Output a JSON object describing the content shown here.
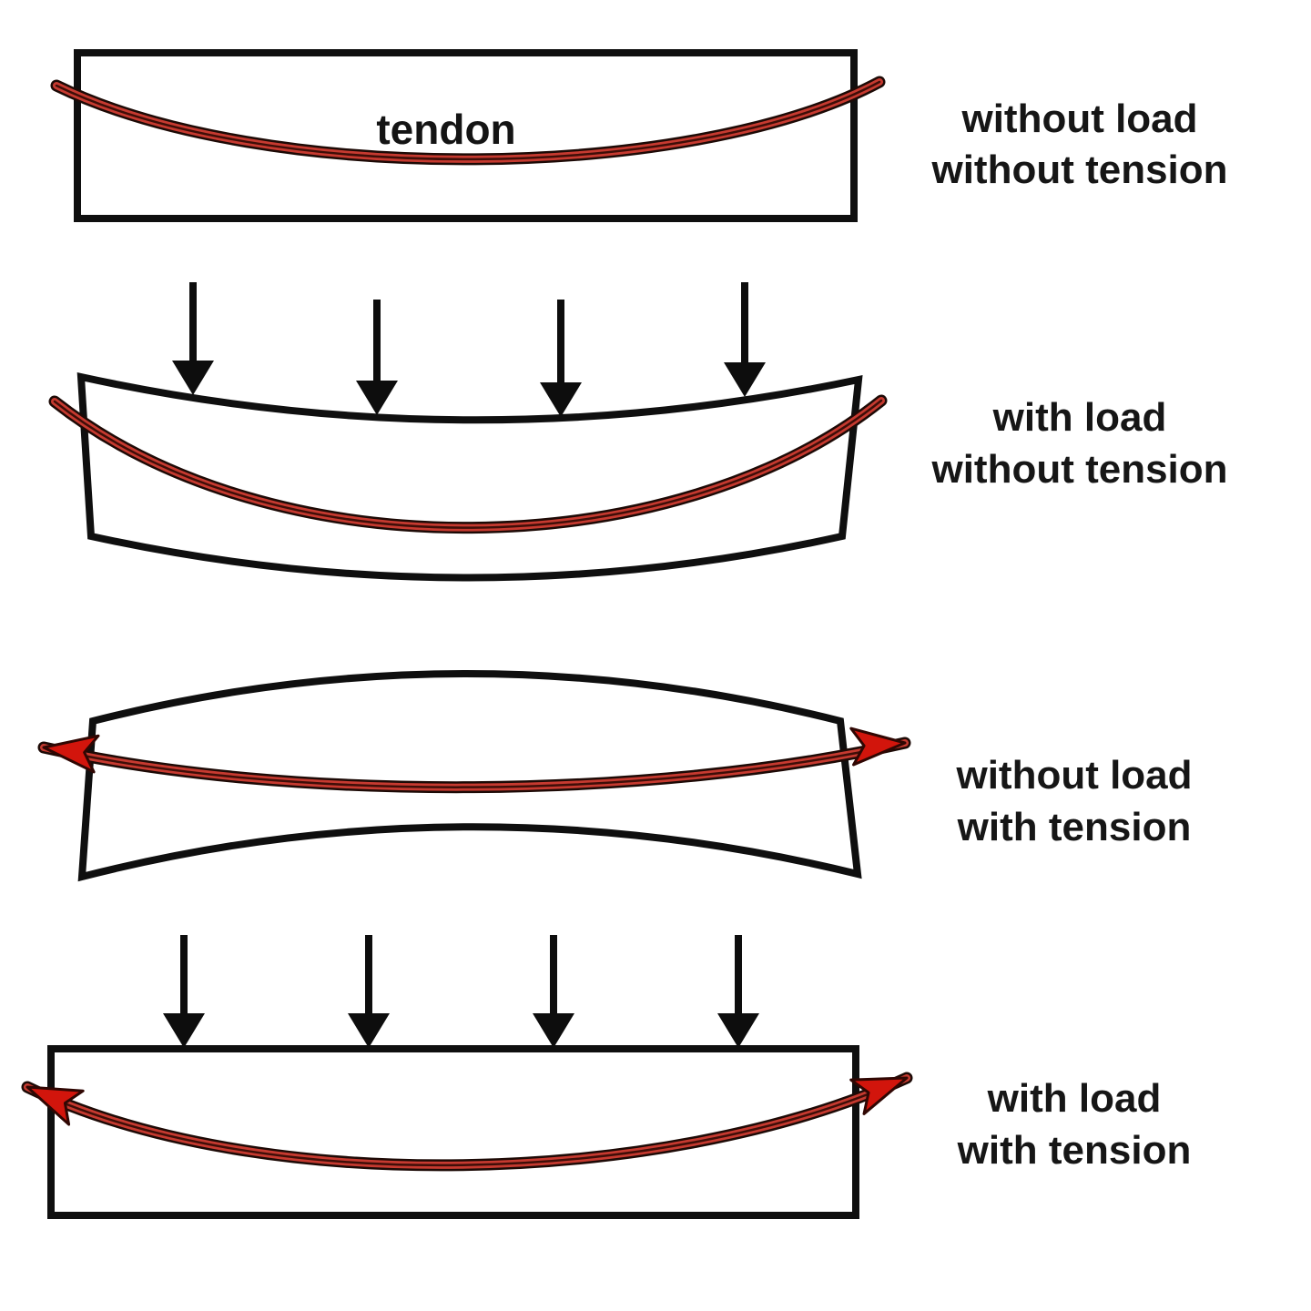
{
  "figure": {
    "tendon_label": "tendon",
    "rows": [
      {
        "state": "without-load-without-tension",
        "label_line1": "without load",
        "label_line2": "without tension",
        "load_arrow_count": 0,
        "tension_arrowheads": false,
        "beam": "straight rectangular",
        "tendon": "draped (sagging)"
      },
      {
        "state": "with-load-without-tension",
        "label_line1": "with load",
        "label_line2": "without tension",
        "load_arrow_count": 4,
        "tension_arrowheads": false,
        "beam": "deflected downward",
        "tendon": "draped (sagging)"
      },
      {
        "state": "without-load-with-tension",
        "label_line1": "without load",
        "label_line2": "with tension",
        "load_arrow_count": 0,
        "tension_arrowheads": true,
        "beam": "cambered upward",
        "tendon": "stretched with outward arrows"
      },
      {
        "state": "with-load-with-tension",
        "label_line1": "with load",
        "label_line2": "with tension",
        "load_arrow_count": 4,
        "tension_arrowheads": true,
        "beam": "straight rectangular",
        "tendon": "stretched with outward arrows"
      }
    ]
  },
  "colors": {
    "outline": "#0f0f0f",
    "tendon_red": "#c63a30",
    "tension_arrow_red": "#d2150c",
    "label_text": "#161616",
    "background": "#ffffff"
  }
}
